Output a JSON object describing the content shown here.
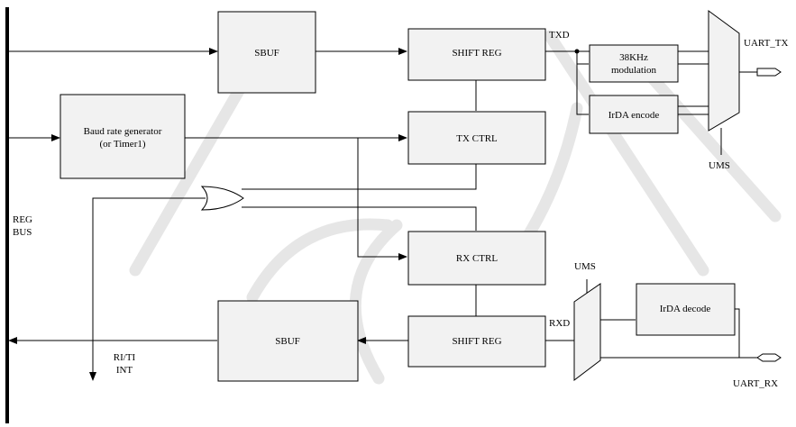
{
  "blocks": {
    "sbuf_tx": "SBUF",
    "shift_reg_tx": "SHIFT REG",
    "tx_ctrl": "TX CTRL",
    "rx_ctrl": "RX CTRL",
    "sbuf_rx": "SBUF",
    "shift_reg_rx": "SHIFT REG",
    "baud_line1": "Baud rate generator",
    "baud_line2": "(or Timer1)",
    "mod_line1": "38KHz",
    "mod_line2": "modulation",
    "irda_encode": "IrDA encode",
    "irda_decode": "IrDA decode"
  },
  "labels": {
    "reg": "REG",
    "bus": "BUS",
    "txd": "TXD",
    "rxd": "RXD",
    "uart_tx": "UART_TX",
    "uart_rx": "UART_RX",
    "ums_tx": "UMS",
    "ums_rx": "UMS",
    "riti": "RI/TI",
    "int": "INT"
  },
  "colors": {
    "block_fill": "#f2f2f2",
    "line": "#000000",
    "watermark": "#e6e6e6"
  }
}
